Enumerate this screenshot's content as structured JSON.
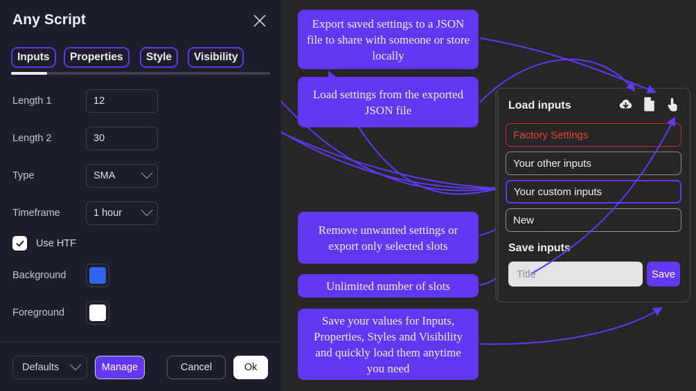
{
  "dialog": {
    "title": "Any Script",
    "close_icon": "close-icon",
    "tabs": [
      {
        "label": "Inputs",
        "active": true
      },
      {
        "label": "Properties",
        "active": false
      },
      {
        "label": "Style",
        "active": false
      },
      {
        "label": "Visibility",
        "active": false
      }
    ],
    "fields": [
      {
        "label": "Length 1",
        "type": "text",
        "value": "12"
      },
      {
        "label": "Length 2",
        "type": "text",
        "value": "30"
      },
      {
        "label": "Type",
        "type": "select",
        "value": "SMA"
      },
      {
        "label": "Timeframe",
        "type": "select",
        "value": "1 hour"
      }
    ],
    "checkbox": {
      "label": "Use HTF",
      "checked": true
    },
    "colors": [
      {
        "label": "Background",
        "value": "#3464ec"
      },
      {
        "label": "Foreground",
        "value": "#ffffff"
      }
    ],
    "footer": {
      "defaults_label": "Defaults",
      "manage_label": "Manage",
      "cancel_label": "Cancel",
      "ok_label": "Ok"
    }
  },
  "load_panel": {
    "title": "Load inputs",
    "icons": [
      {
        "name": "cloud-download-icon"
      },
      {
        "name": "file-icon"
      },
      {
        "name": "hand-tap-icon"
      }
    ],
    "slots": [
      {
        "label": "Factory Settings",
        "state": "factory"
      },
      {
        "label": "Your other inputs",
        "state": "normal"
      },
      {
        "label": "Your custom inputs",
        "state": "active"
      },
      {
        "label": "New",
        "state": "normal"
      }
    ],
    "save": {
      "title": "Save inputs",
      "placeholder": "Title",
      "value": "",
      "button_label": "Save"
    }
  },
  "callouts": [
    {
      "id": "c1",
      "text": "Export saved settings to a JSON file to share with someone or store locally"
    },
    {
      "id": "c2",
      "text": "Load settings from the exported JSON file"
    },
    {
      "id": "c3",
      "text": "Remove unwanted settings or export only selected slots"
    },
    {
      "id": "c4",
      "text": "Unlimited number of slots"
    },
    {
      "id": "c5",
      "text": "Save your values for Inputs, Properties, Styles and Visibility and quickly load them anytime you need"
    }
  ],
  "theme": {
    "accent": "#6237f0",
    "dialog_bg": "#1c1f2b",
    "page_bg": "#262626",
    "danger": "#e4433d"
  }
}
